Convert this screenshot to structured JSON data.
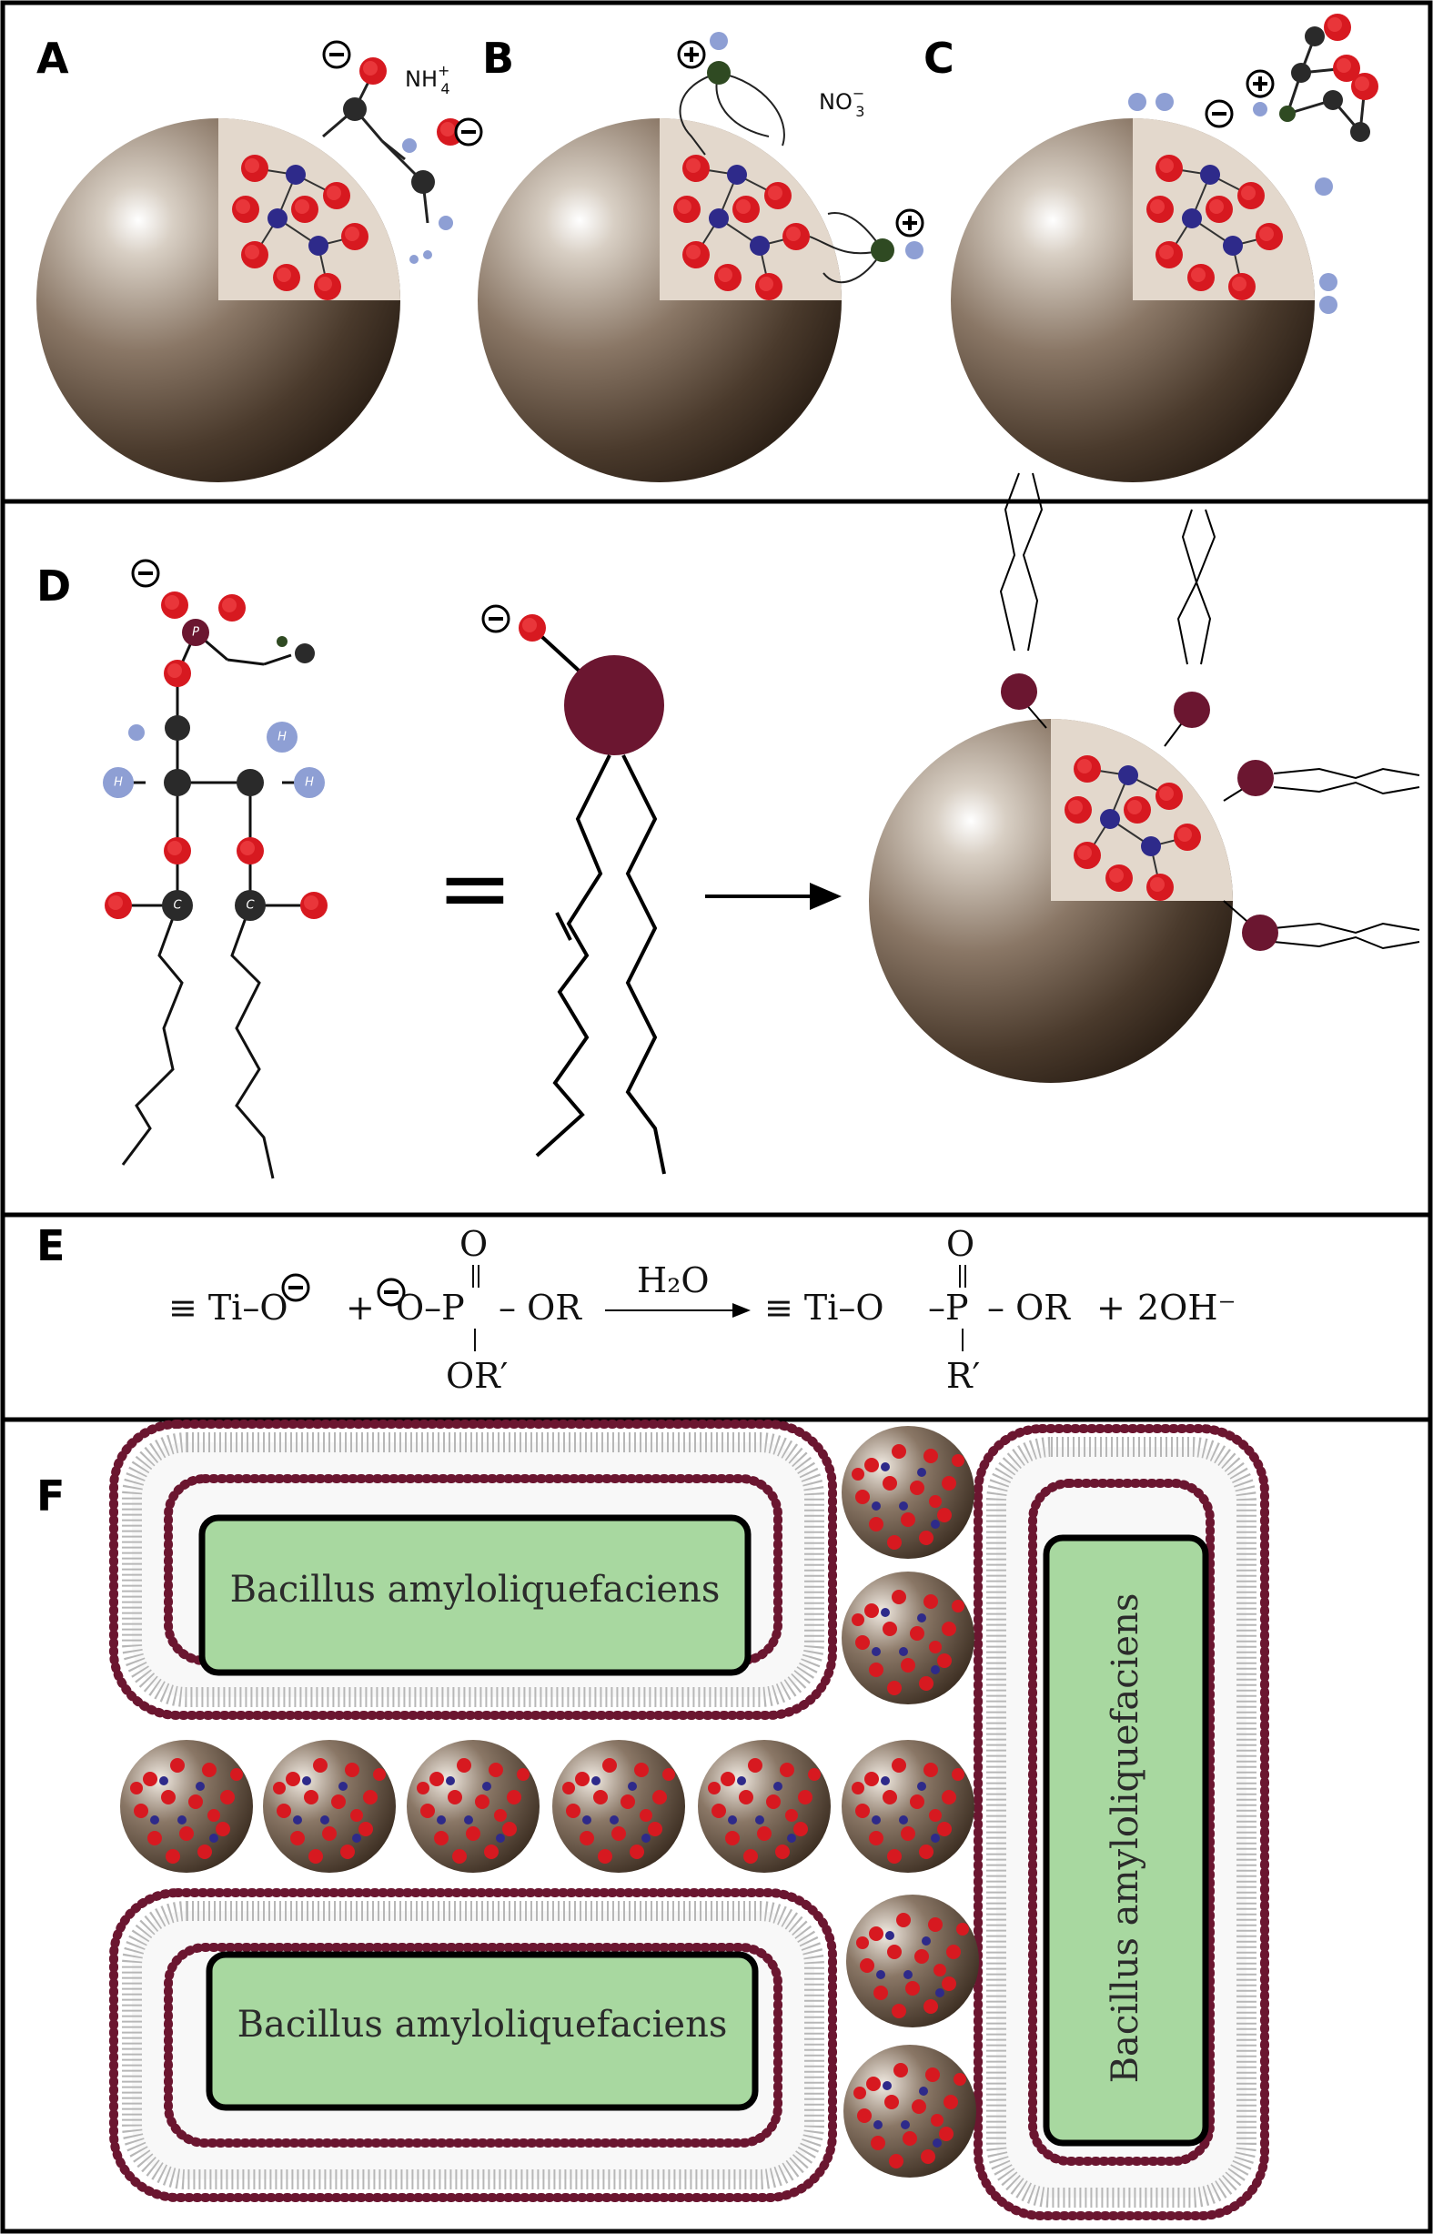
{
  "panels": {
    "A": {
      "label": "A",
      "ion": "NH",
      "ion_sup": "+",
      "ion_sub": "4"
    },
    "B": {
      "label": "B",
      "ion": "NO",
      "ion_sup": "−",
      "ion_sub": "3"
    },
    "C": {
      "label": "C"
    },
    "D": {
      "label": "D",
      "equals": "="
    },
    "E": {
      "label": "E",
      "lhs1": "≡ Ti–O",
      "plus": "+",
      "o_top": "O",
      "lhs2_o": "O–P",
      "lhs2_or": "– OR",
      "lhs2_orp": "OR′",
      "arrow_label": "H₂O",
      "rhs1": "≡ Ti–O",
      "rhs_p": "–P",
      "rhs_or": "– OR",
      "rhs_plus": "+",
      "rhs_oh": "2OH⁻",
      "rhs_r": "R′"
    },
    "F": {
      "label": "F",
      "bacterium": "Bacillus amyloliquefaciens"
    }
  },
  "atoms": {
    "O": "O",
    "Ti": "Ti",
    "C": "C",
    "H": "H",
    "N": "N",
    "P": "P"
  },
  "colors": {
    "oxygen": "#d71920",
    "titanium": "#2e2a8a",
    "carbon": "#2a2a2a",
    "hydrogen": "#8e9fd4",
    "nitrogen": "#2f4a22",
    "phosphorus": "#6b1630",
    "bacterium_fill": "#a8d8a0",
    "lipid_head": "#6b1630",
    "sphere": "#4a3a2c",
    "cutaway": "#e3d8cc"
  }
}
